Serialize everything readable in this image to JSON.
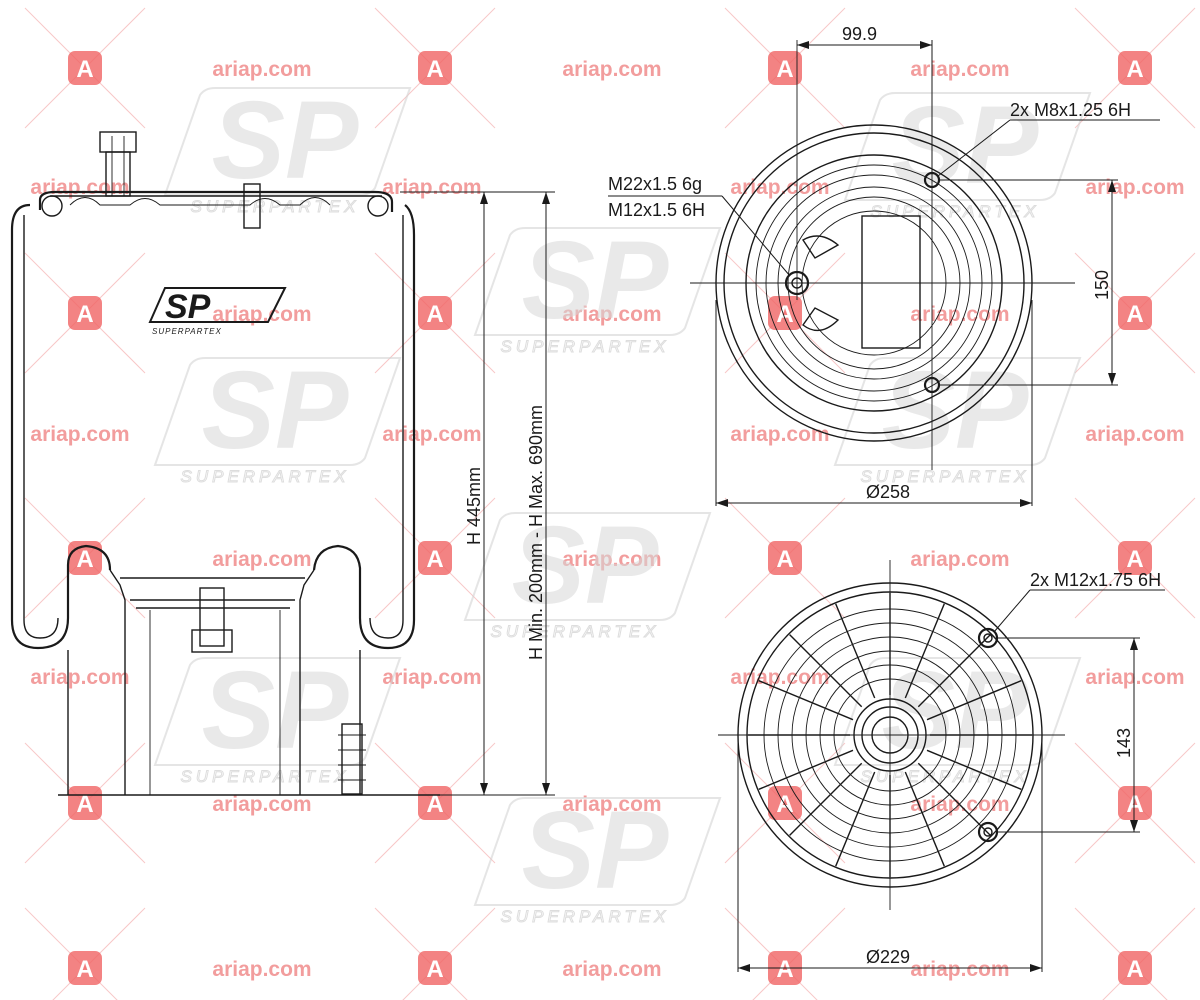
{
  "watermark": {
    "site_text": "ariap.com",
    "badge_letter": "A",
    "logo_text": "SP",
    "logo_subtext": "SUPERPARTEX",
    "color": "#f06464"
  },
  "side_view": {
    "logo_text": "SP",
    "logo_subtext": "SUPERPARTEX",
    "height_label": "H 445mm",
    "range_label": "H Min. 200mm - H Max. 690mm"
  },
  "top_view": {
    "offset_label": "99.9",
    "thread_top_pair": "2x M8x1.25 6H",
    "thread_port": "M22x1.5 6g",
    "thread_center": "M12x1.5 6H",
    "bolt_spacing": "150",
    "diameter": "Ø258"
  },
  "bottom_view": {
    "thread_pair": "2x M12x1.75 6H",
    "bolt_spacing": "143",
    "diameter": "Ø229"
  }
}
